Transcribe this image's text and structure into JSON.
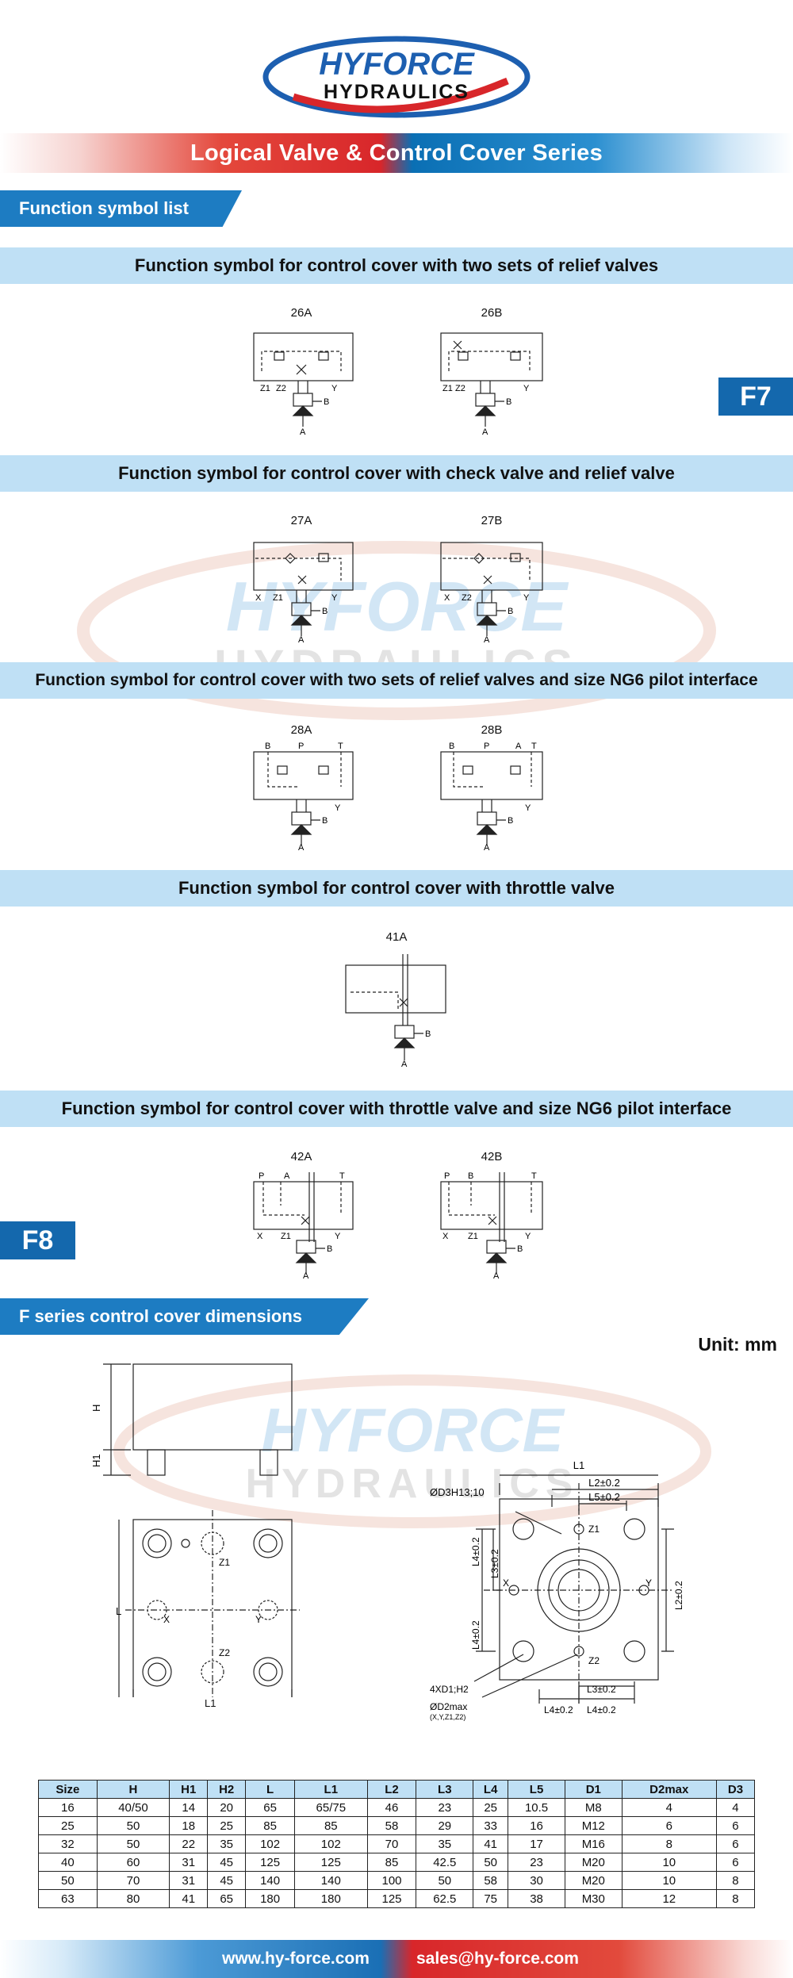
{
  "brand": {
    "line1": "HYFORCE",
    "line2": "HYDRAULICS"
  },
  "banner_title": "Logical Valve & Control Cover Series",
  "section1": {
    "title": "Function symbol list"
  },
  "badges": {
    "f7": "F7",
    "f8": "F8"
  },
  "groups": [
    {
      "title": "Function symbol for control cover with two sets of relief valves",
      "labels": [
        "26A",
        "26B"
      ]
    },
    {
      "title": "Function symbol for control cover with check valve and relief valve",
      "labels": [
        "27A",
        "27B"
      ]
    },
    {
      "title": "Function  symbol  for  control  cover with two sets of relief valves and size NG6 pilot interface",
      "labels": [
        "28A",
        "28B"
      ]
    },
    {
      "title": "Function symbol for control cover with throttle valve",
      "labels": [
        "41A"
      ]
    },
    {
      "title": "Function symbol for control cover with throttle valve and size NG6 pilot interface",
      "labels": [
        "42A",
        "42B"
      ]
    }
  ],
  "ports": {
    "a": "A",
    "b": "B",
    "p": "P",
    "t": "T",
    "x": "X",
    "y": "Y",
    "z1": "Z1",
    "z2": "Z2"
  },
  "section2": {
    "title": "F series control cover dimensions"
  },
  "unit": "Unit: mm",
  "drawing": {
    "h": "H",
    "h1": "H1",
    "l": "L",
    "l1": "L1",
    "l2": "L2±0.2",
    "l3": "L3±0.2",
    "l4": "L4±0.2",
    "l5": "L5±0.2",
    "d3": "ØD3H13;10",
    "d1": "4XD1;H2",
    "d2": "ØD2max",
    "d2sub": "(X,Y,Z1,Z2)",
    "x": "X",
    "y": "Y",
    "z1": "Z1",
    "z2": "Z2"
  },
  "table": {
    "headers": [
      "Size",
      "H",
      "H1",
      "H2",
      "L",
      "L1",
      "L2",
      "L3",
      "L4",
      "L5",
      "D1",
      "D2max",
      "D3"
    ],
    "rows": [
      [
        "16",
        "40/50",
        "14",
        "20",
        "65",
        "65/75",
        "46",
        "23",
        "25",
        "10.5",
        "M8",
        "4",
        "4"
      ],
      [
        "25",
        "50",
        "18",
        "25",
        "85",
        "85",
        "58",
        "29",
        "33",
        "16",
        "M12",
        "6",
        "6"
      ],
      [
        "32",
        "50",
        "22",
        "35",
        "102",
        "102",
        "70",
        "35",
        "41",
        "17",
        "M16",
        "8",
        "6"
      ],
      [
        "40",
        "60",
        "31",
        "45",
        "125",
        "125",
        "85",
        "42.5",
        "50",
        "23",
        "M20",
        "10",
        "6"
      ],
      [
        "50",
        "70",
        "31",
        "45",
        "140",
        "140",
        "100",
        "50",
        "58",
        "30",
        "M20",
        "10",
        "8"
      ],
      [
        "63",
        "80",
        "41",
        "65",
        "180",
        "180",
        "125",
        "62.5",
        "75",
        "38",
        "M30",
        "12",
        "8"
      ]
    ]
  },
  "footer": {
    "website": "www.hy-force.com",
    "email": "sales@hy-force.com"
  },
  "colors": {
    "blue": "#1d7cc2",
    "light_blue": "#bfe0f5",
    "red": "#d8262a",
    "dark_blue": "#1468ad"
  }
}
